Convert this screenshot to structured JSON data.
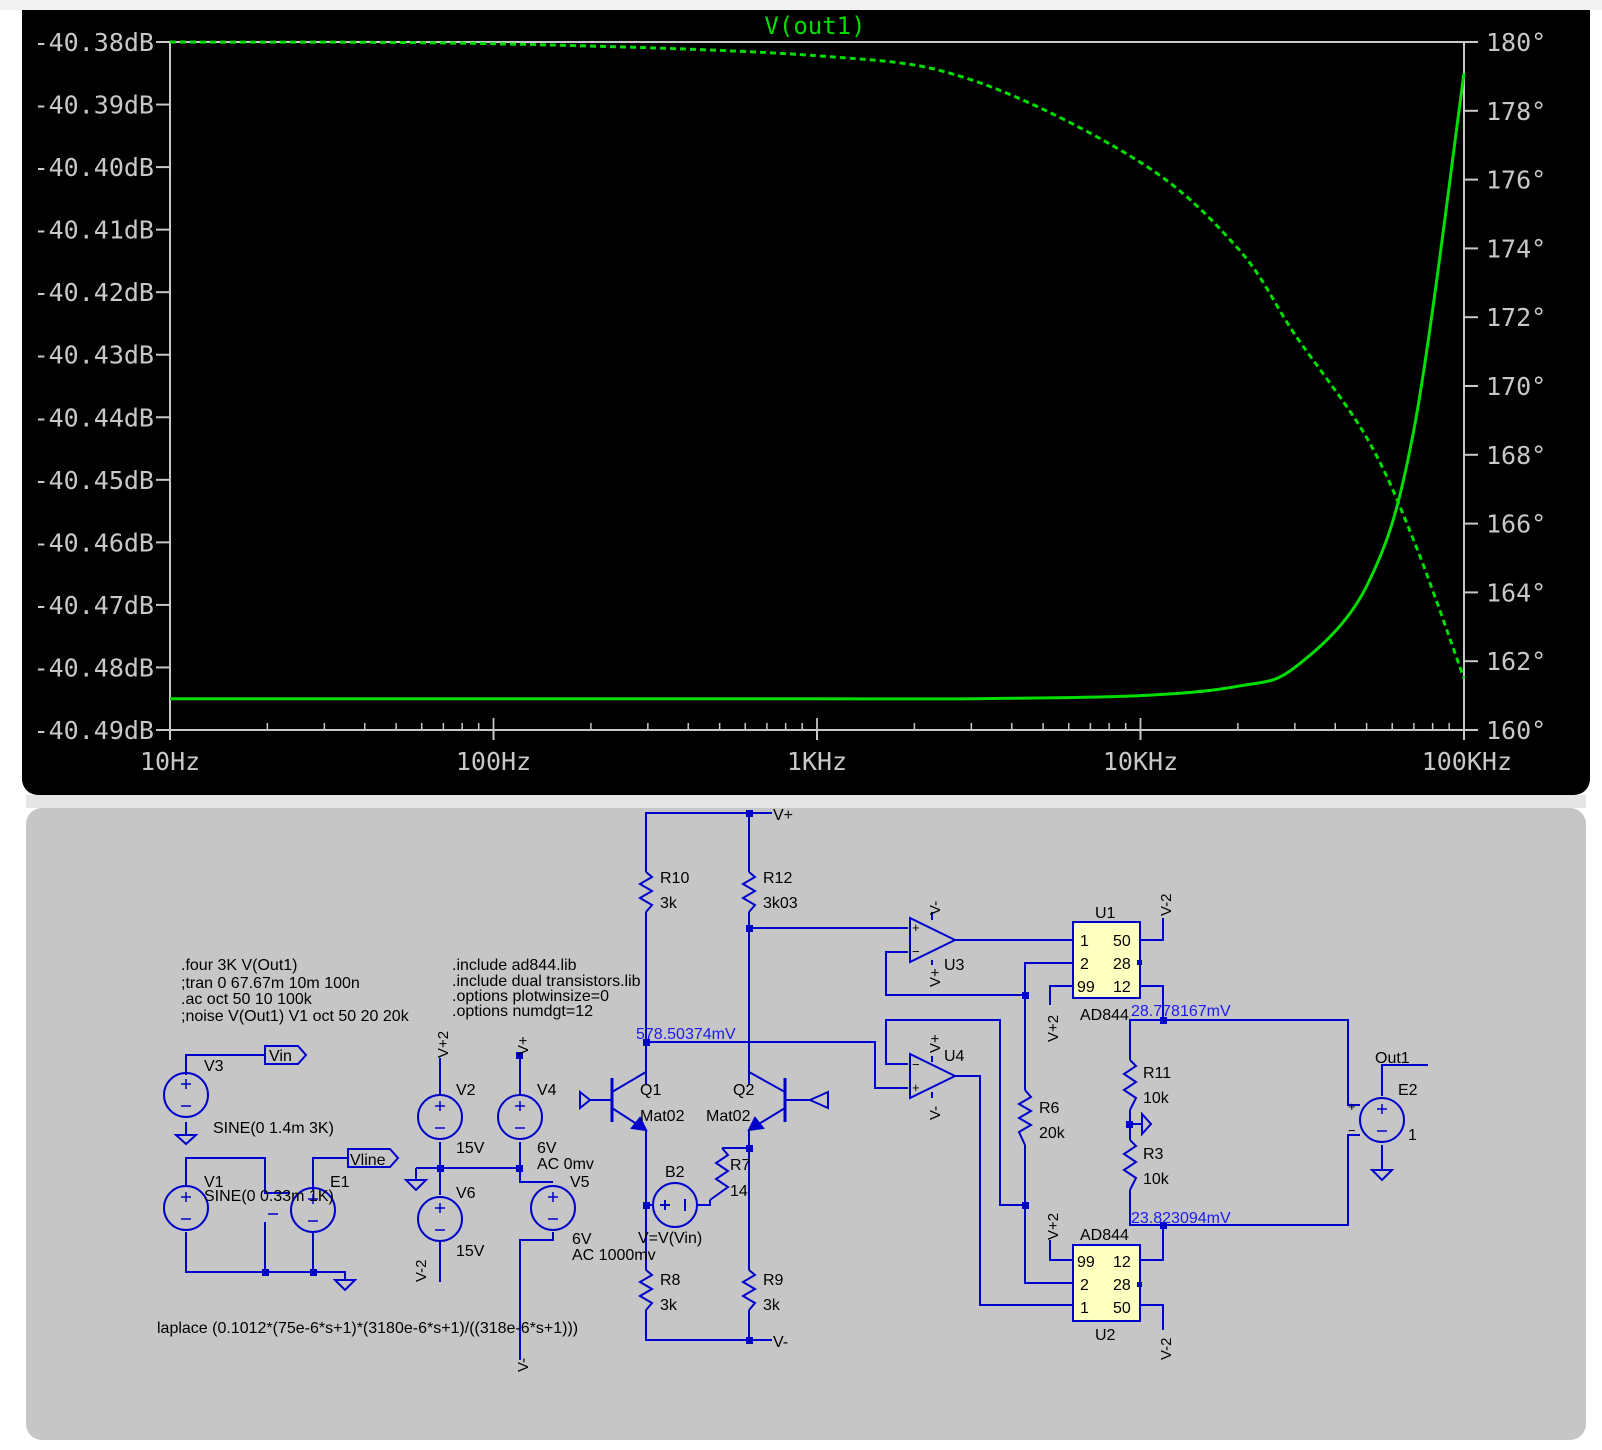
{
  "plot": {
    "trace_name": "V(out1)",
    "left_axis_ticks": [
      "-40.38dB",
      "-40.39dB",
      "-40.40dB",
      "-40.41dB",
      "-40.42dB",
      "-40.43dB",
      "-40.44dB",
      "-40.45dB",
      "-40.46dB",
      "-40.47dB",
      "-40.48dB",
      "-40.49dB"
    ],
    "right_axis_ticks": [
      "180°",
      "178°",
      "176°",
      "174°",
      "172°",
      "170°",
      "168°",
      "166°",
      "164°",
      "162°",
      "160°"
    ],
    "x_axis_ticks": [
      "10Hz",
      "100Hz",
      "1KHz",
      "10KHz",
      "100KHz"
    ],
    "trace_color": "#00dd00"
  },
  "chart_data": {
    "type": "line",
    "title": "V(out1)",
    "x_scale": "log",
    "xlim": [
      10,
      100000
    ],
    "ylim_left_db": [
      -40.49,
      -40.38
    ],
    "ylim_right_deg": [
      160,
      180
    ],
    "series": [
      {
        "name": "V(out1)",
        "axis": "left",
        "x": [
          10,
          100,
          1000,
          3000,
          10000,
          20000,
          30000,
          50000,
          70000,
          100000
        ],
        "y": [
          -40.485,
          -40.485,
          -40.485,
          -40.485,
          -40.4845,
          -40.483,
          -40.48,
          -40.467,
          -40.442,
          -40.385
        ]
      },
      {
        "name": "",
        "axis": "right",
        "dashed": true,
        "x": [
          10,
          100,
          1000,
          3000,
          10000,
          20000,
          30000,
          50000,
          70000,
          100000
        ],
        "y": [
          180.0,
          179.95,
          179.6,
          178.9,
          176.5,
          174.0,
          171.5,
          168.5,
          165.5,
          161.5
        ]
      }
    ]
  },
  "schematic": {
    "directives": [
      ".four 3K V(Out1)",
      ";tran 0 67.67m 10m 100n",
      ".ac oct 50 10 100k",
      ";noise V(Out1) V1 oct 50 20 20k"
    ],
    "includes": [
      ".include ad844.lib",
      ".include dual transistors.lib",
      ".options plotwinsize=0",
      ".options numdgt=12"
    ],
    "laplace": "laplace (0.1012*(75e-6*s+1)*(3180e-6*s+1)/((318e-6*s+1)))",
    "labels": {
      "vplus": "V+",
      "vminus": "V-",
      "vplus2": "V+2",
      "vminus2": "V-2",
      "r10": "R10",
      "r10v": "3k",
      "r12": "R12",
      "r12v": "3k03",
      "r8": "R8",
      "r8v": "3k",
      "r9": "R9",
      "r9v": "3k",
      "r7": "R7",
      "r7v": "14",
      "r6": "R6",
      "r6v": "20k",
      "r11": "R11",
      "r11v": "10k",
      "r3": "R3",
      "r3v": "10k",
      "q1": "Q1",
      "q1m": "Mat02",
      "q2": "Q2",
      "q2m": "Mat02",
      "b2": "B2",
      "b2v": "V=V(Vin)",
      "u1": "U1",
      "u2": "U2",
      "u3": "U3",
      "u4": "U4",
      "ad844": "AD844",
      "ad844b": "AD844",
      "e1": "E1",
      "e2": "E2",
      "e2v": "1",
      "out1": "Out1",
      "v1": "V1",
      "v1v": "SINE(0 0.33m 1K)",
      "v2": "V2",
      "v2v": "15V",
      "v3": "V3",
      "v3v": "SINE(0 1.4m 3K)",
      "v4": "V4",
      "v4v": "6V",
      "v4ac": "AC 0mv",
      "v5": "V5",
      "v5v": "6V",
      "v5ac": "AC 1000mv",
      "v6": "V6",
      "v6v": "15V",
      "vin": "Vin",
      "vline": "Vline",
      "meas1": "578.50374mV",
      "meas2": "28.778167mV",
      "meas3": "23.823094mV",
      "p1": "1",
      "p50": "50",
      "p2": "2",
      "p28": "28",
      "p99": "99",
      "p12": "12"
    }
  }
}
